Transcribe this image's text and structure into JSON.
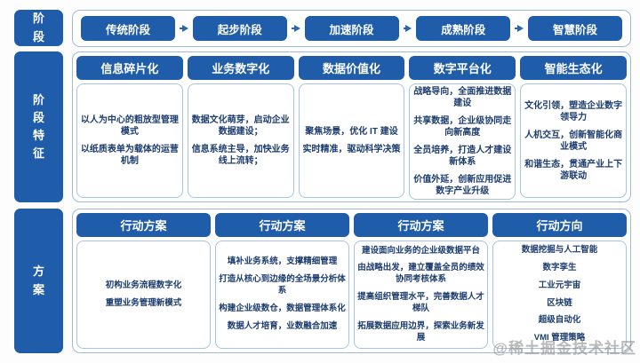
{
  "page": {
    "watermark": "@稀土掘金技术社区"
  },
  "colors": {
    "primary": "#1f5ca9",
    "border": "#9fbbd9",
    "body_text": "#1c3c6e"
  },
  "stages_row": {
    "label": "阶段",
    "items": [
      "传统阶段",
      "起步阶段",
      "加速阶段",
      "成熟阶段",
      "智慧阶段"
    ]
  },
  "features_section": {
    "label": "阶段特征",
    "columns": [
      {
        "title": "信息碎片化",
        "paragraphs": [
          "以人为中心的粗放型管理模式",
          "以纸质表单为载体的运营机制"
        ]
      },
      {
        "title": "业务数字化",
        "paragraphs": [
          "数据文化萌芽，启动企业数据建设；",
          "信息系统主导，加快业务线上流转；"
        ]
      },
      {
        "title": "数据价值化",
        "paragraphs": [
          "聚焦场景，优化 IT 建设",
          "实时精准，驱动科学决策"
        ]
      },
      {
        "title": "数字平台化",
        "paragraphs": [
          "战略导向，全面推进数据建设",
          "共享数据，企业级协同走向新高度",
          "全员培养，打造人才建设新体系",
          "价值外延，创新应用促进数字产业升级"
        ]
      },
      {
        "title": "智能生态化",
        "paragraphs": [
          "文化引领，塑造企业数字领导力",
          "人机交互，创新智能化商业模式",
          "和谐生态，贯通产业上下游联动"
        ]
      }
    ]
  },
  "plans_section": {
    "label": "方案",
    "columns": [
      {
        "title": "行动方案",
        "paragraphs": [
          "初构业务流程数字化",
          "重塑业务管理新模式"
        ]
      },
      {
        "title": "行动方案",
        "paragraphs": [
          "填补业务系统，支撑精细管理",
          "打造从核心到边缘的全场景分析体系",
          "构建企业级数仓，数据管理体系化",
          "数据人才培育，业数融合加速"
        ]
      },
      {
        "title": "行动方案",
        "paragraphs": [
          "建设面向业务的企业级数据平台",
          "由战略出发，建立覆盖全员的绩效协同考核体系",
          "提高组织管理水平，完善数据人才梯队",
          "拓展数据应用边界，探索业务新发展"
        ]
      },
      {
        "title": "行动方向",
        "paragraphs": [
          "数据挖掘与人工智能",
          "数字孪生",
          "工业元宇宙",
          "区块链",
          "超级自动化",
          "VMI 管理策略"
        ]
      }
    ]
  }
}
